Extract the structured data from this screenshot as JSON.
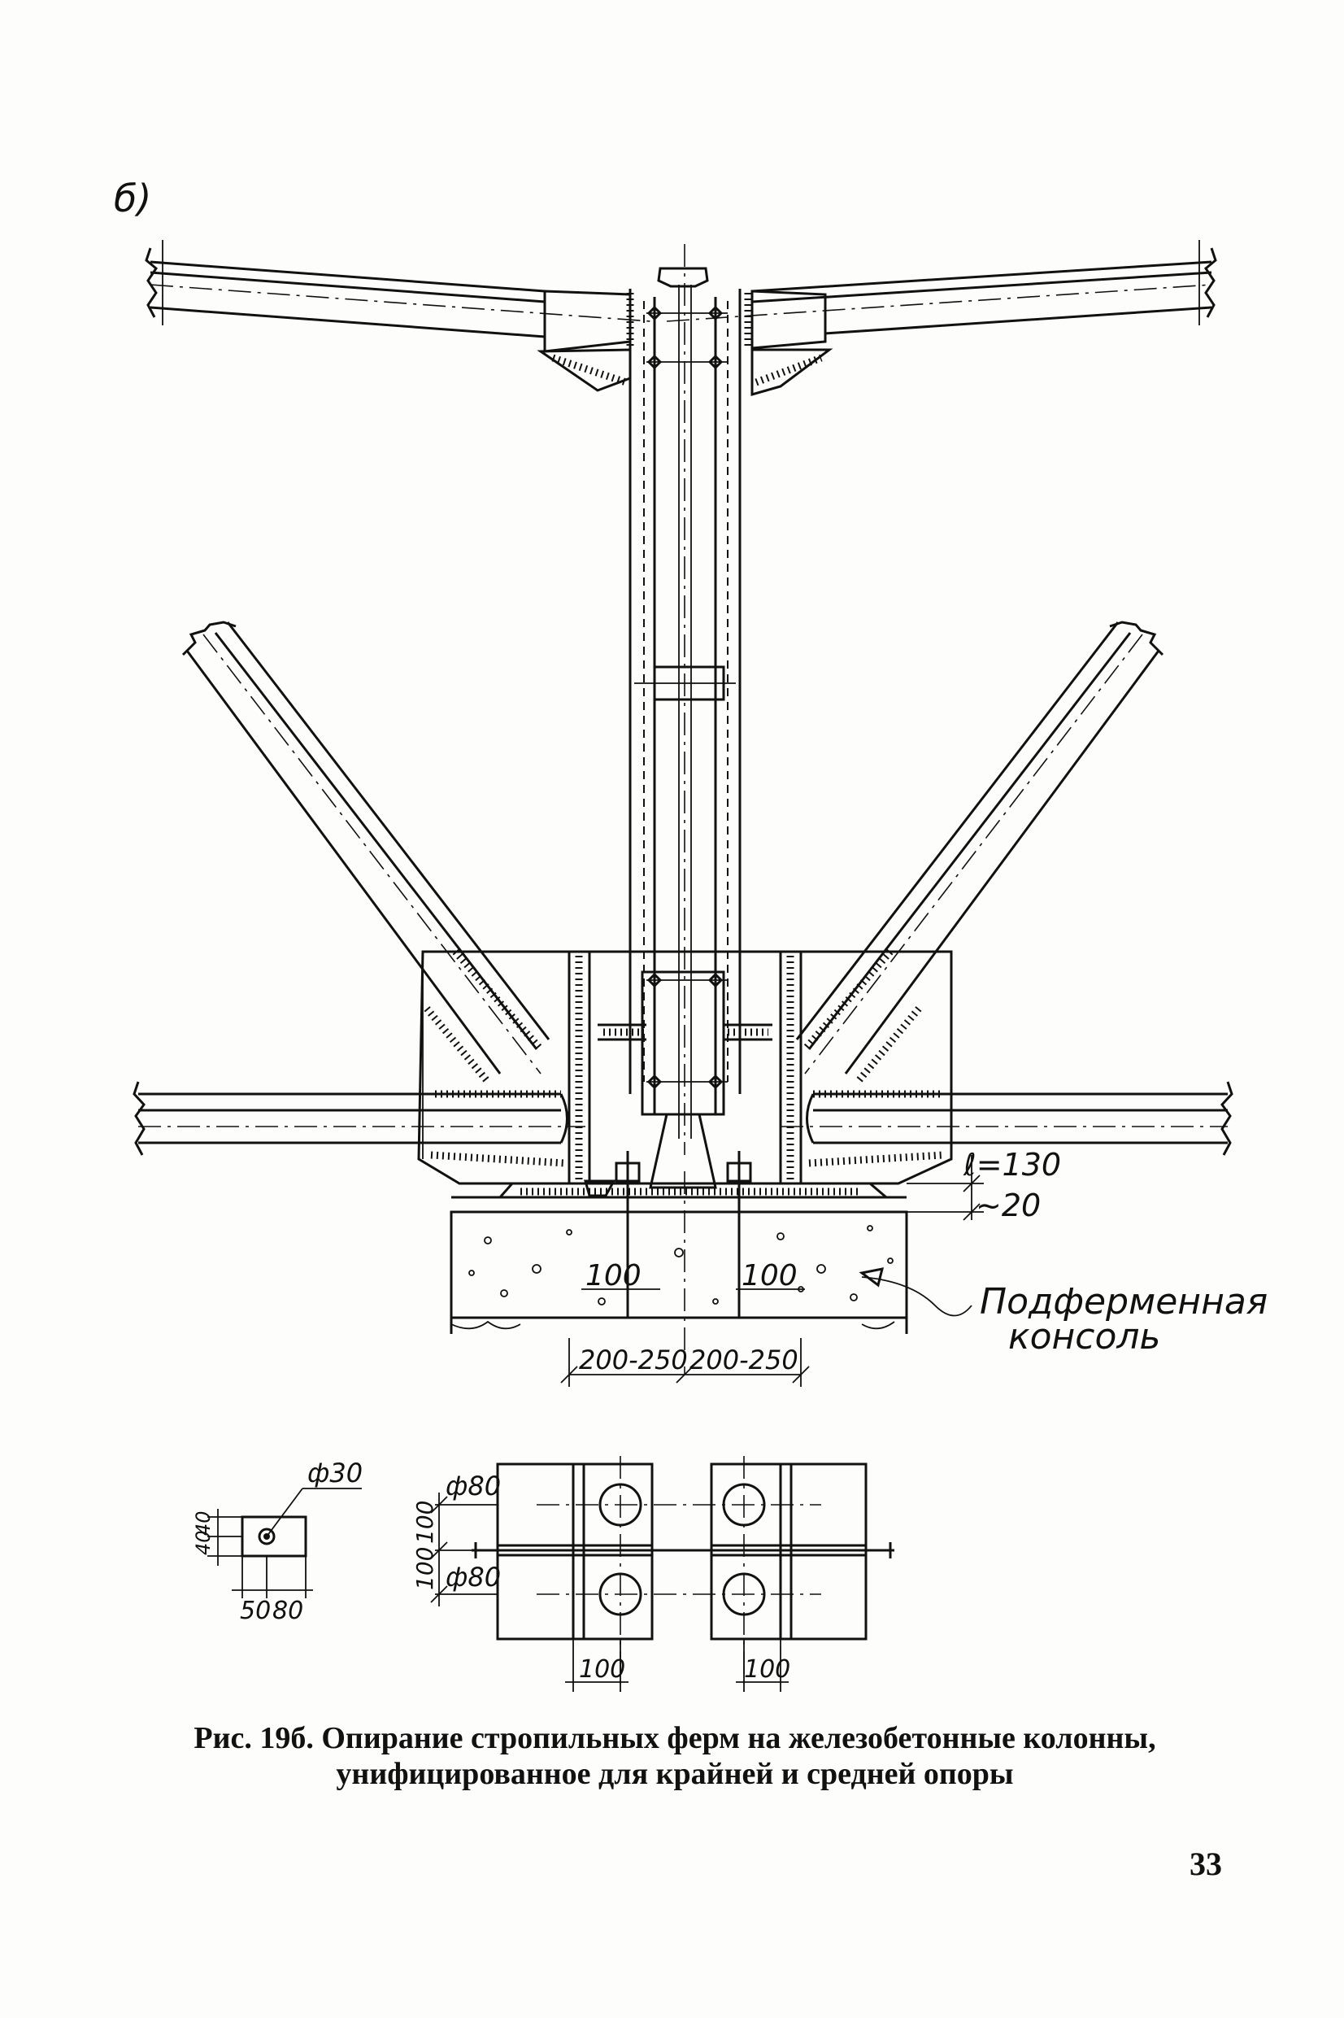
{
  "figure": {
    "panel_label": "б)",
    "labels": {
      "l_130": "ℓ=130",
      "gap_20": "~20",
      "dim_100_left": "100",
      "dim_100_right": "100",
      "dim_200_250_left": "200-250",
      "dim_200_250_right": "200-250",
      "callout_line1": "Подферменная",
      "callout_line2": "консоль"
    },
    "details": {
      "washer_phi": "ф30",
      "washer_v1": "40",
      "washer_v2": "40",
      "washer_h1": "50",
      "washer_h2": "80",
      "plate_phi_top": "ф80",
      "plate_phi_bottom": "ф80",
      "plate_v_top": "100",
      "plate_v_bottom": "100",
      "plate_h_left": "100",
      "plate_h_right": "100"
    }
  },
  "caption": {
    "line1": "Рис. 19б. Опирание стропильных ферм на железобетонные колонны,",
    "line2": "унифицированное для крайней и средней опоры"
  },
  "page_number": "33"
}
